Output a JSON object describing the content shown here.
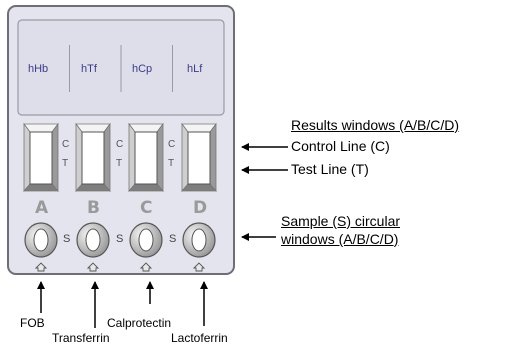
{
  "device": {
    "analytes": [
      "hHb",
      "hTf",
      "hCp",
      "hLf"
    ],
    "control_letter": "C",
    "test_letter": "T",
    "sample_letter": "S",
    "well_letters": [
      "A",
      "B",
      "C",
      "D"
    ]
  },
  "callouts": {
    "results_windows": "Results windows (A/B/C/D)",
    "control_line": "Control Line (C)",
    "test_line": "Test Line (T)",
    "sample_line1": "Sample (S) circular",
    "sample_line2": "windows (A/B/C/D)"
  },
  "bottom_labels": [
    "FOB",
    "Transferrin",
    "Calprotectin",
    "Lactoferrin"
  ],
  "colors": {
    "device_fill": "#e4e4ee",
    "device_border": "#6e6e78",
    "analyte_text": "#3b3b8a"
  }
}
